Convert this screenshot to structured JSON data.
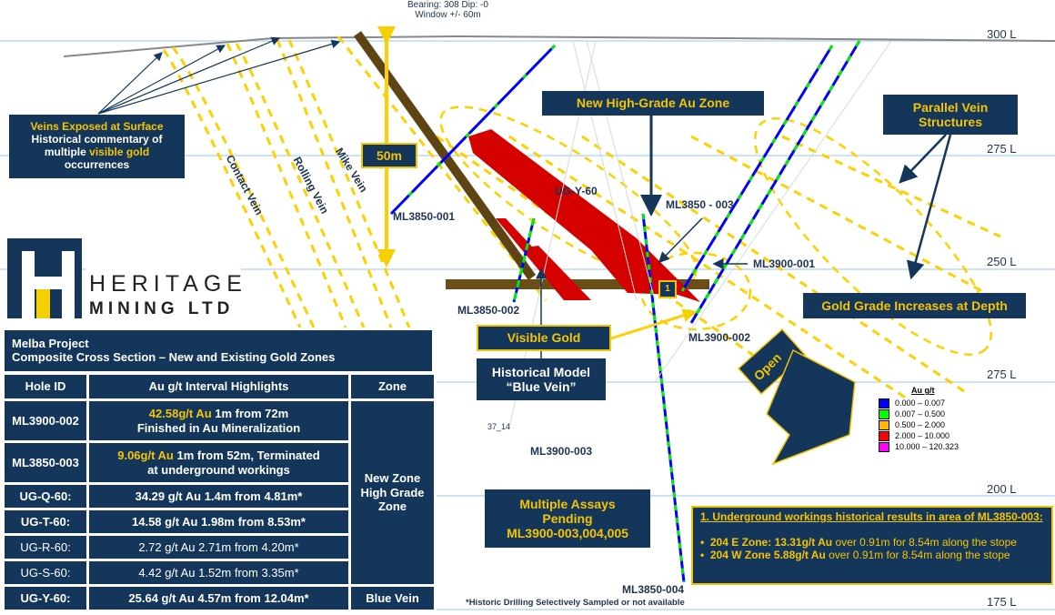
{
  "header": {
    "bearing": "Bearing: 308 Dip: -0",
    "window": "Window +/- 60m"
  },
  "levels": [
    "300 L",
    "275 L",
    "250 L",
    "275 L",
    "200 L",
    "175 L"
  ],
  "callouts": {
    "veins_surface": {
      "title": "Veins Exposed at Surface",
      "line1": "Historical commentary of",
      "line2a": "multiple ",
      "line2b": "visible gold",
      "line3": "occurrences"
    },
    "scale": "50m",
    "new_zone": "New High-Grade Au Zone",
    "parallel": "Parallel Vein Structures",
    "grade_depth": "Gold Grade Increases at Depth",
    "visible_gold": "Visible Gold",
    "historical_model": {
      "line1": "Historical Model",
      "line2": "“Blue Vein”"
    },
    "assays": {
      "line1": "Multiple Assays",
      "line2": "Pending",
      "line3": "ML3900-003,004,005"
    },
    "open": "Open",
    "marker": "1"
  },
  "veins": [
    "Contact Vein",
    "Rolling Vein",
    "Mike Vein"
  ],
  "holes": [
    "ML3850-001",
    "ML3850-002",
    "ML3850 - 003",
    "ML3900-001",
    "ML3900-002",
    "ML3900-003",
    "ML3850-004",
    "UG-Y-60",
    "37_14"
  ],
  "logo": {
    "line1": "HERITAGE",
    "line2": "MINING LTD"
  },
  "project": {
    "title": "Melba Project",
    "subtitle": "Composite Cross Section – New and Existing Gold Zones"
  },
  "table": {
    "headers": [
      "Hole ID",
      "Au g/t Interval Highlights",
      "Zone"
    ],
    "rows": [
      {
        "id": "ML3900-002",
        "hl": "42.58g/t Au",
        "rest": " 1m from 72m",
        "line2": "Finished in Au Mineralization"
      },
      {
        "id": "ML3850-003",
        "hl": "9.06g/t Au",
        "rest": " 1m from 52m, Terminated",
        "line2": "at underground workings"
      },
      {
        "id": "UG-Q-60:",
        "hl": "34.29 g/t Au 1.4m from 4.81m*"
      },
      {
        "id": "UG-T-60:",
        "hl": "14.58 g/t Au 1.98m from 8.53m*"
      },
      {
        "id": "UG-R-60:",
        "text": "2.72 g/t Au 2.71m from 4.20m*"
      },
      {
        "id": "UG-S-60:",
        "text": "4.42 g/t Au 1.52m from 3.35m*"
      },
      {
        "id": "UG-Y-60:",
        "hl": "25.64 g/t Au 4.57m from 12.04m*"
      }
    ],
    "zones": {
      "new": "New Zone High Grade Zone",
      "blue": "Blue Vein"
    },
    "footnote": "*Historic Drilling Selectively Sampled or not available"
  },
  "legend": {
    "title": "Au g/t",
    "items": [
      {
        "label": "0.000 – 0.007",
        "color": "#0000ff"
      },
      {
        "label": "0.007 – 0.500",
        "color": "#00ff00"
      },
      {
        "label": "0.500 – 2.000",
        "color": "#ffb800"
      },
      {
        "label": "2.000 – 10.000",
        "color": "#ff0000"
      },
      {
        "label": "10.000 – 120.323",
        "color": "#ff00ff"
      }
    ]
  },
  "note": {
    "title": "1. Underground workings historical results in area of ML3850-003:",
    "b1a": "204 E Zone: 13.31g/t Au",
    "b1b": " over 0.91m for 8.54m along the stope",
    "b2a": "204 W Zone 5.88g/t Au",
    "b2b": " over 0.91m for 8.54m along the stope"
  }
}
